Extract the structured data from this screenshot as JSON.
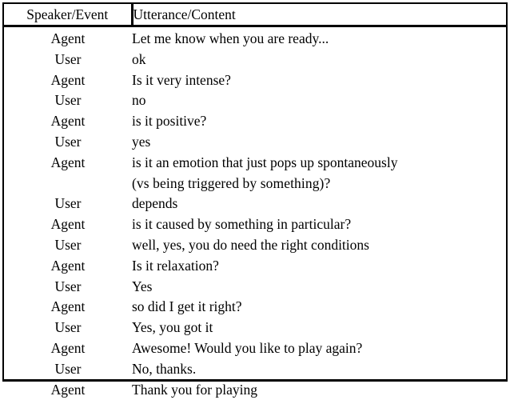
{
  "table": {
    "columns": [
      {
        "key": "speaker",
        "header": "Speaker/Event"
      },
      {
        "key": "utterance",
        "header": "Utterance/Content"
      }
    ],
    "rows": [
      {
        "speaker": "Agent",
        "lines": [
          "Let me know when you are ready..."
        ]
      },
      {
        "speaker": "User",
        "lines": [
          "ok"
        ]
      },
      {
        "speaker": "Agent",
        "lines": [
          "Is it very intense?"
        ]
      },
      {
        "speaker": "User",
        "lines": [
          "no"
        ]
      },
      {
        "speaker": "Agent",
        "lines": [
          "is it positive?"
        ]
      },
      {
        "speaker": "User",
        "lines": [
          "yes"
        ]
      },
      {
        "speaker": "Agent",
        "lines": [
          "is it an emotion that just pops up spontaneously",
          "(vs being triggered by something)?"
        ]
      },
      {
        "speaker": "User",
        "lines": [
          "depends"
        ]
      },
      {
        "speaker": "Agent",
        "lines": [
          "is it caused by something in particular?"
        ]
      },
      {
        "speaker": "User",
        "lines": [
          "well, yes, you do need the right conditions"
        ]
      },
      {
        "speaker": "Agent",
        "lines": [
          "Is it relaxation?"
        ]
      },
      {
        "speaker": "User",
        "lines": [
          "Yes"
        ]
      },
      {
        "speaker": "Agent",
        "lines": [
          "so did I get it right?"
        ]
      },
      {
        "speaker": "User",
        "lines": [
          "Yes, you got it"
        ]
      },
      {
        "speaker": "Agent",
        "lines": [
          "Awesome! Would you like to play again?"
        ]
      },
      {
        "speaker": "User",
        "lines": [
          "No, thanks."
        ]
      },
      {
        "speaker": "Agent",
        "lines": [
          "Thank you for playing"
        ]
      }
    ]
  },
  "style": {
    "text_color": "#000000",
    "background_color": "#ffffff",
    "rule_color": "#000000"
  }
}
